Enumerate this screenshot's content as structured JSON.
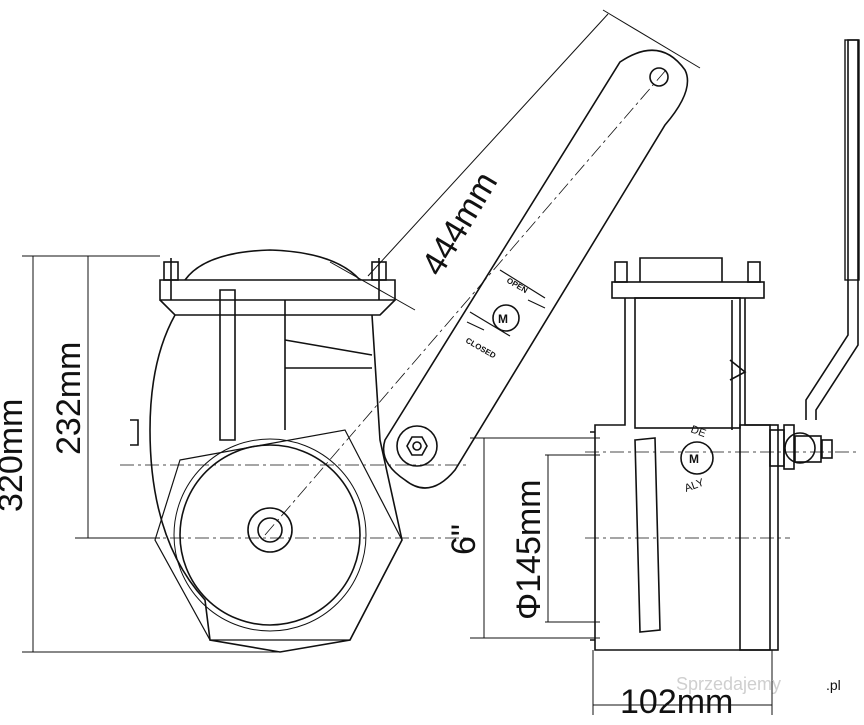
{
  "dimensions": {
    "handle_length": "444mm",
    "total_height": "320mm",
    "axis_height": "232mm",
    "nominal_size": "6\"",
    "bore_diameter": "Φ145mm",
    "body_width": "102mm"
  },
  "handle_marks": {
    "open": "OPEN",
    "closed": "CLOSED"
  },
  "casting_mark": {
    "made": "DE",
    "italy": "ALY"
  },
  "watermark": {
    "text": "Sprzedajemy",
    "suffix": ".pl"
  },
  "colors": {
    "line": "#111111",
    "background": "#ffffff",
    "watermark": "#cfcfcf",
    "brand_dot": "#e0301e"
  }
}
